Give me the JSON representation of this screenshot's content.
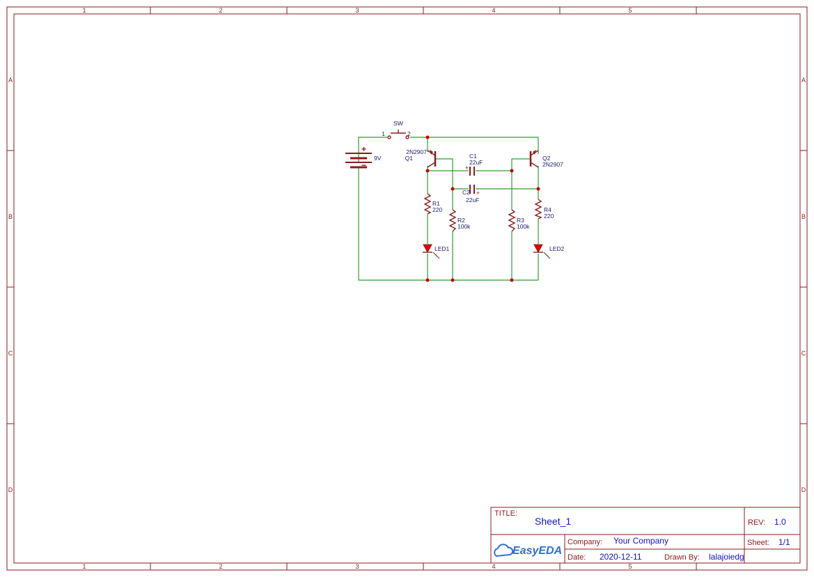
{
  "zones": {
    "columns": [
      "1",
      "2",
      "3",
      "4",
      "5"
    ],
    "rows": [
      "A",
      "B",
      "C",
      "D"
    ]
  },
  "components": {
    "battery": {
      "value": "9V"
    },
    "switch": {
      "ref": "SW",
      "pin1": "1",
      "pin2": "2"
    },
    "q1": {
      "ref": "Q1",
      "part": "2N2907"
    },
    "q2": {
      "ref": "Q2",
      "part": "2N2907"
    },
    "c1": {
      "ref": "C1",
      "value": "22uF"
    },
    "c2": {
      "ref": "C2",
      "value": "22uF"
    },
    "r1": {
      "ref": "R1",
      "value": "220"
    },
    "r2": {
      "ref": "R2",
      "value": "100k"
    },
    "r3": {
      "ref": "R3",
      "value": "100k"
    },
    "r4": {
      "ref": "R4",
      "value": "220"
    },
    "led1": {
      "ref": "LED1"
    },
    "led2": {
      "ref": "LED2"
    }
  },
  "title_block": {
    "title_label": "TITLE:",
    "title": "Sheet_1",
    "rev_label": "REV:",
    "rev": "1.0",
    "company_label": "Company:",
    "company": "Your Company",
    "sheet_label": "Sheet:",
    "sheet": "1/1",
    "date_label": "Date:",
    "date": "2020-12-11",
    "drawn_by_label": "Drawn By:",
    "drawn_by": "lalajoiedg",
    "logo_text": "EasyEDA"
  },
  "colors": {
    "frame": "#8c1a1a",
    "wire": "#2e9e2e",
    "junction": "#c00000",
    "label": "#1a1a6e",
    "value_text": "#1111cc",
    "logo": "#2f6fd0"
  }
}
